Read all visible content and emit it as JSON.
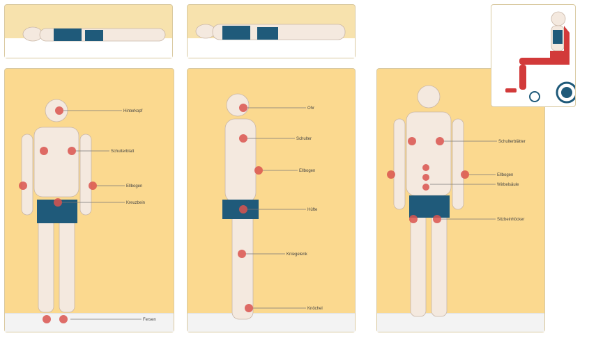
{
  "views": {
    "supine": {
      "labels": [
        "Schulterblatt",
        "Ellbogen",
        "Kreuzbein",
        "Ferse"
      ]
    },
    "back_lying": {
      "labels": []
    },
    "front": {
      "labels": [
        "Hinterkopf",
        "Schulterblatt",
        "Ellbogen",
        "Kreuzbein",
        "Fersen"
      ]
    },
    "side": {
      "labels": [
        "Ohr",
        "Schulter",
        "Ellbogen",
        "Hüfte",
        "Kniegelenk",
        "Knöchel"
      ]
    },
    "back": {
      "labels": [
        "Schulterblätter",
        "Ellbogen",
        "Wirbelsäule",
        "Sitzbeinhöcker"
      ]
    },
    "wheelchair": {
      "labels": []
    }
  },
  "colors": {
    "panel": "#fbd98f",
    "pressure_point": "#d9534f",
    "shorts": "#1f5a7a",
    "skin": "#f4e9df"
  }
}
